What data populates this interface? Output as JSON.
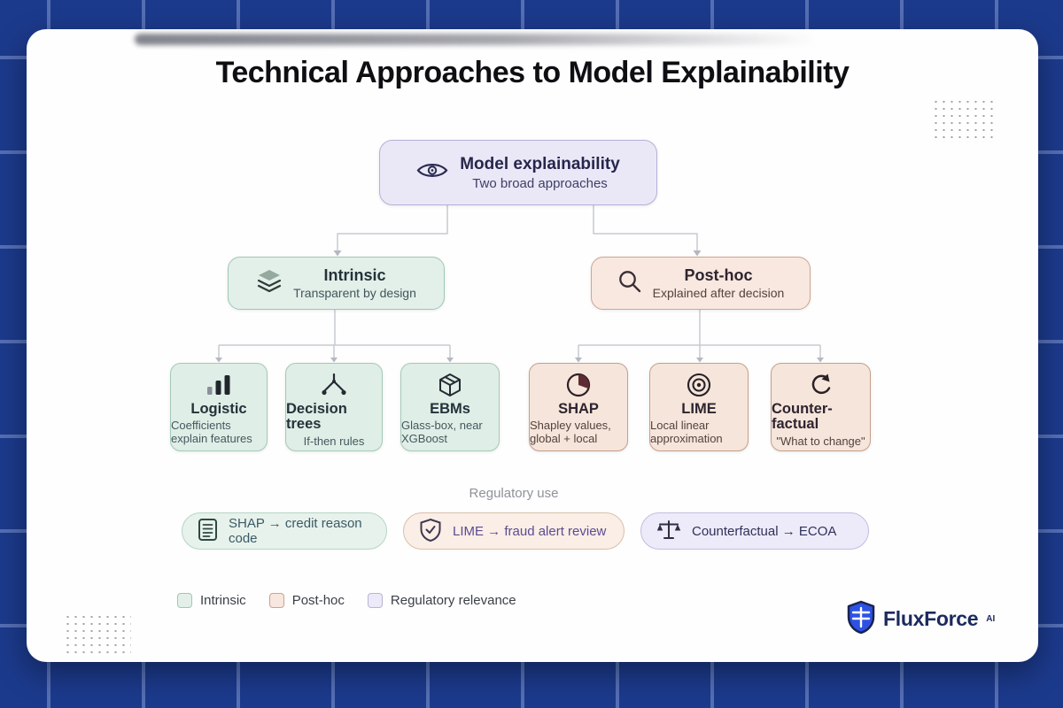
{
  "page": {
    "title": "Technical Approaches to Model Explainability"
  },
  "root_node": {
    "icon": "eye-icon",
    "title": "Model explainability",
    "subtitle": "Two broad approaches"
  },
  "branch_nodes": [
    {
      "icon": "layers-icon",
      "title": "Intrinsic",
      "subtitle": "Transparent by design"
    },
    {
      "icon": "magnifier-icon",
      "title": "Post-hoc",
      "subtitle": "Explained after decision"
    }
  ],
  "leaf_nodes": {
    "intrinsic": [
      {
        "icon": "bar-chart-icon",
        "title": "Logistic",
        "subtitle": "Coefficients explain features"
      },
      {
        "icon": "tree-branch-icon",
        "title": "Decision trees",
        "subtitle": "If-then rules"
      },
      {
        "icon": "cube-icon",
        "title": "EBMs",
        "subtitle": "Glass-box, near XGBoost"
      }
    ],
    "posthoc": [
      {
        "icon": "pie-chart-icon",
        "title": "SHAP",
        "subtitle": "Shapley values, global + local"
      },
      {
        "icon": "target-icon",
        "title": "LIME",
        "subtitle": "Local linear approximation"
      },
      {
        "icon": "undo-arrow-icon",
        "title": "Counter-factual",
        "subtitle": "\"What to change\""
      }
    ]
  },
  "regulatory": {
    "label": "Regulatory use",
    "pills": [
      {
        "icon": "document-lines-icon",
        "text": "SHAP → credit reason code"
      },
      {
        "icon": "shield-check-icon",
        "text": "LIME → fraud alert review"
      },
      {
        "icon": "scales-icon",
        "text": "Counterfactual → ECOA"
      }
    ]
  },
  "legend": {
    "items": [
      {
        "label": "Intrinsic",
        "swatch_color": "#e3f0e9"
      },
      {
        "label": "Post-hoc",
        "swatch_color": "#f8e7de"
      },
      {
        "label": "Regulatory relevance",
        "swatch_color": "#eceaf8"
      }
    ]
  },
  "brand": {
    "icon": "shield-grid-icon",
    "name": "FluxForce",
    "superscript": "AI"
  },
  "colors": {
    "background": "#1c3a8c",
    "grid_line": "#526db5",
    "card": "#fefefe",
    "root_fill": "#eae8f7",
    "root_border": "#b7b0d8",
    "intrinsic_fill": "#e3f0e9",
    "intrinsic_border": "#9fc7b3",
    "posthoc_fill": "#f8e8df",
    "posthoc_border": "#cfa492",
    "regulatory_fill": "#edebf9",
    "regulatory_border": "#c2bce2",
    "connector": "#c6cad1",
    "pie_slice": "#5d2b31",
    "brand_navy": "#1b2a5e",
    "brand_blue": "#2d52e3"
  }
}
